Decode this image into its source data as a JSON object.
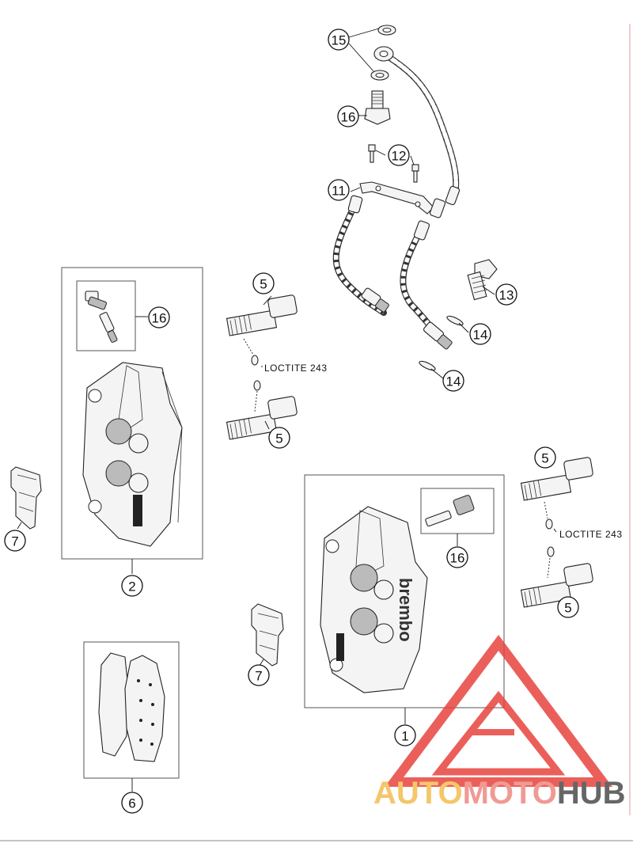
{
  "diagram": {
    "callouts": [
      "1",
      "2",
      "5",
      "6",
      "7",
      "11",
      "12",
      "13",
      "14",
      "15",
      "16"
    ],
    "labels": {
      "loctite": "LOCTITE 243"
    },
    "caliper_brand": "brembo"
  },
  "watermark": {
    "text_part1": "AUTO",
    "text_part2": "MOTO",
    "text_part3": "HUB",
    "colors": {
      "auto": "#f5c66a",
      "moto": "#f09a93",
      "hub": "#666666",
      "triangle": "#e8443f"
    }
  }
}
